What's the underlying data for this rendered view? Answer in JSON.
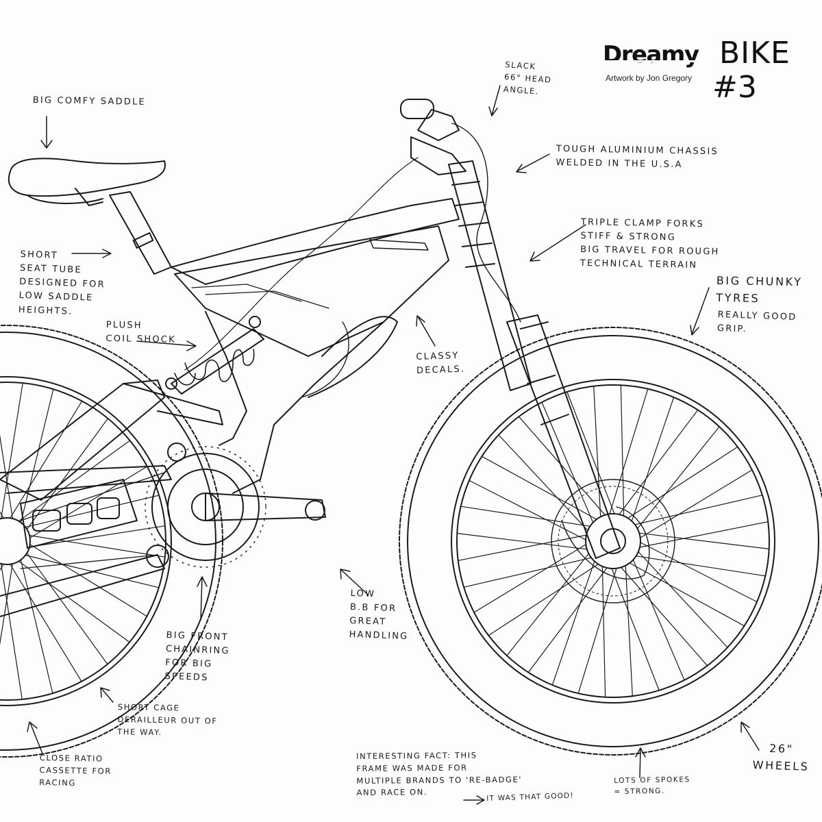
{
  "brand": {
    "name": "Dreamy",
    "series": "BIKE",
    "credit": "Artwork by Jon Gregory",
    "number": "#3"
  },
  "annotations": {
    "saddle": "BIG COMFY SADDLE",
    "head_angle": "SLACK\n66° HEAD\nANGLE.",
    "chassis": "TOUGH ALUMINIUM CHASSIS\nWELDED IN THE U.S.A",
    "forks": "TRIPLE CLAMP FORKS\nSTIFF & STRONG\nBIG TRAVEL FOR ROUGH\nTECHNICAL TERRAIN",
    "tyres_title": "BIG CHUNKY\nTYRES",
    "tyres_sub": "REALLY GOOD\nGRIP.",
    "seat_tube": "SHORT\nSEAT TUBE\nDESIGNED FOR\nLOW SADDLE\nHEIGHTS.",
    "shock": "PLUSH\nCOIL SHOCK",
    "decals": "CLASSY\nDECALS.",
    "bb": "LOW\nB.B FOR\nGREAT\nHANDLING",
    "chainring": "BIG FRONT\nCHAINRING\nFOR BIG\nSPEEDS",
    "derailleur": "SHORT CAGE\nDERAILLEUR OUT OF\nTHE WAY.",
    "cassette": "CLOSE RATIO\nCASSETTE FOR\nRACING",
    "fact": "INTERESTING FACT: THIS\nFRAME WAS MADE FOR\nMULTIPLE BRANDS TO 'RE-BADGE'\nAND RACE ON.",
    "fact_aside": "IT WAS THAT GOOD!",
    "spokes": "LOTS OF SPOKES\n= STRONG.",
    "wheels": "26\"\nWHEELS"
  },
  "style": {
    "ink": "#1a1a1a",
    "paper": "#fdfdfc"
  }
}
